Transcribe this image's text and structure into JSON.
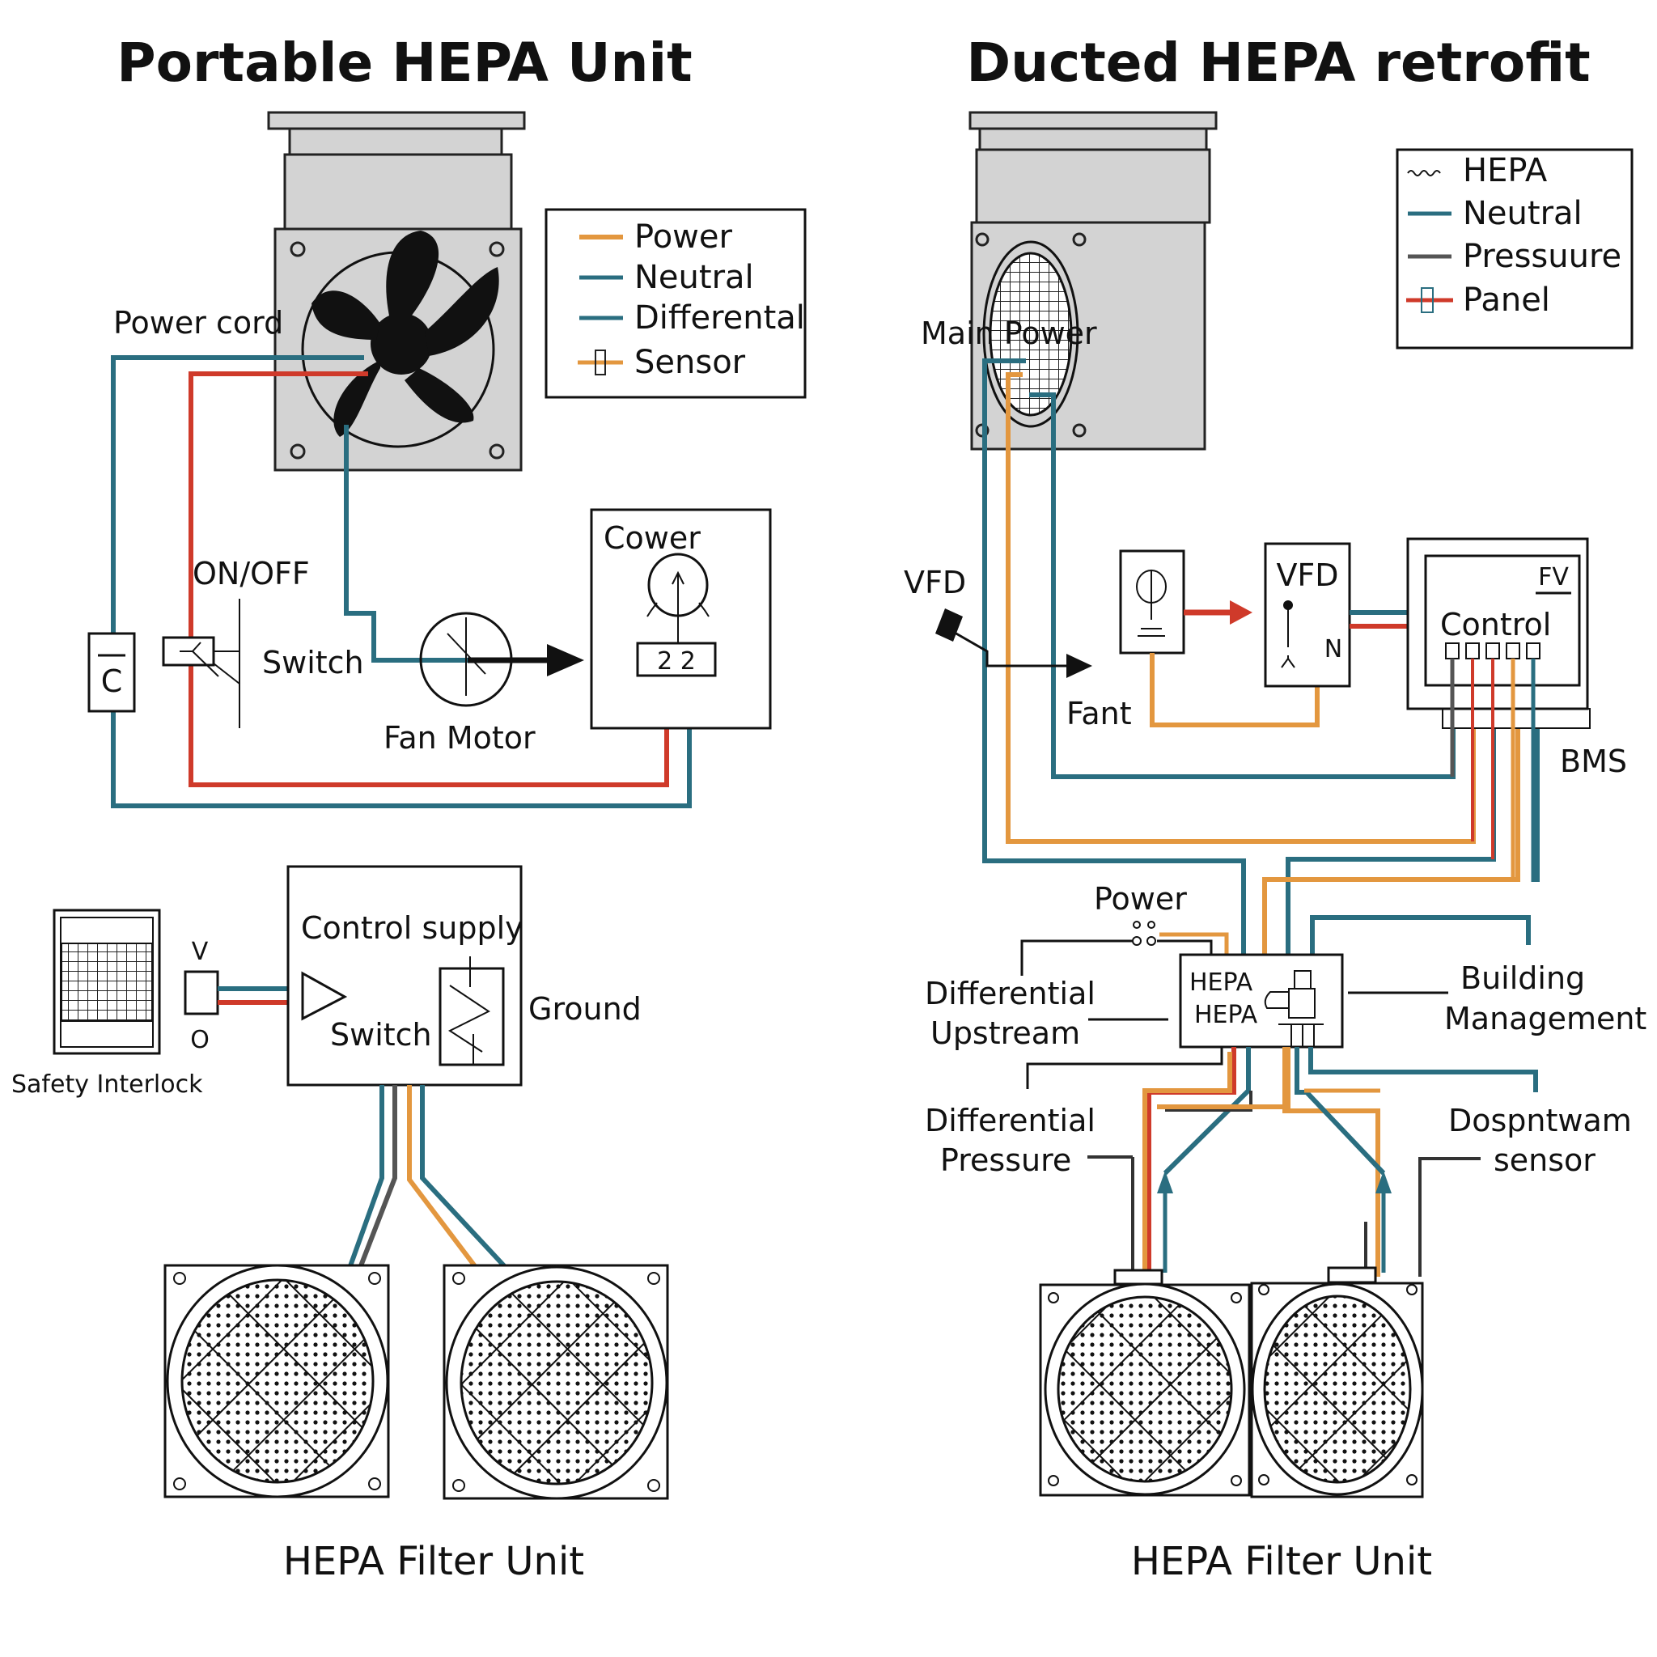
{
  "colors": {
    "neutral": "#2a6e80",
    "power": "#cf3a2a",
    "sensor": "#e3973f",
    "pressure": "#555555",
    "housing": "#d3d3d3",
    "ink": "#111111"
  },
  "left": {
    "title": "Portable HEPA Unit",
    "legend": [
      {
        "label": "Power",
        "swatch": "power-line"
      },
      {
        "label": "Neutral",
        "swatch": "neutral-line"
      },
      {
        "label": "Differental",
        "swatch": "neutral-line"
      },
      {
        "label": "Sensor",
        "swatch": "sensor-symbol"
      }
    ],
    "labels": {
      "power_cord": "Power cord",
      "on_off": "ON/OFF",
      "switch": "Switch",
      "capacitor": "C",
      "fan_motor": "Fan Motor",
      "cower": "Cower",
      "terminal": "2 2",
      "v": "V",
      "o": "O",
      "safety_interlock": "Safety Interlock",
      "control_supply": "Control supply",
      "switch2": "Switch",
      "ground": "Ground",
      "caption": "HEPA Filter Unit"
    }
  },
  "right": {
    "title": "Ducted HEPA retrofit",
    "legend": [
      {
        "label": "HEPA",
        "swatch": "wavy-line"
      },
      {
        "label": "Neutral",
        "swatch": "neutral-line"
      },
      {
        "label": "Pressuure",
        "swatch": "pressure-line"
      },
      {
        "label": "Panel",
        "swatch": "panel-symbol"
      }
    ],
    "labels": {
      "main_power": "Main Power",
      "vfd_left": "VFD",
      "fant": "Fant",
      "vfd_box": "VFD",
      "n_symbol": "N",
      "fv": "FV",
      "control": "Control",
      "bms": "BMS",
      "power": "Power",
      "differential_upstream_1": "Differential",
      "differential_upstream_2": "Upstream",
      "hepa_1": "HEPA",
      "hepa_2": "HEPA",
      "building_management_1": "Building",
      "building_management_2": "Management",
      "differential_pressure_1": "Differential",
      "differential_pressure_2": "Pressure",
      "downstream_sensor_1": "Dospntwam",
      "downstream_sensor_2": "sensor",
      "caption": "HEPA Filter Unit"
    }
  }
}
